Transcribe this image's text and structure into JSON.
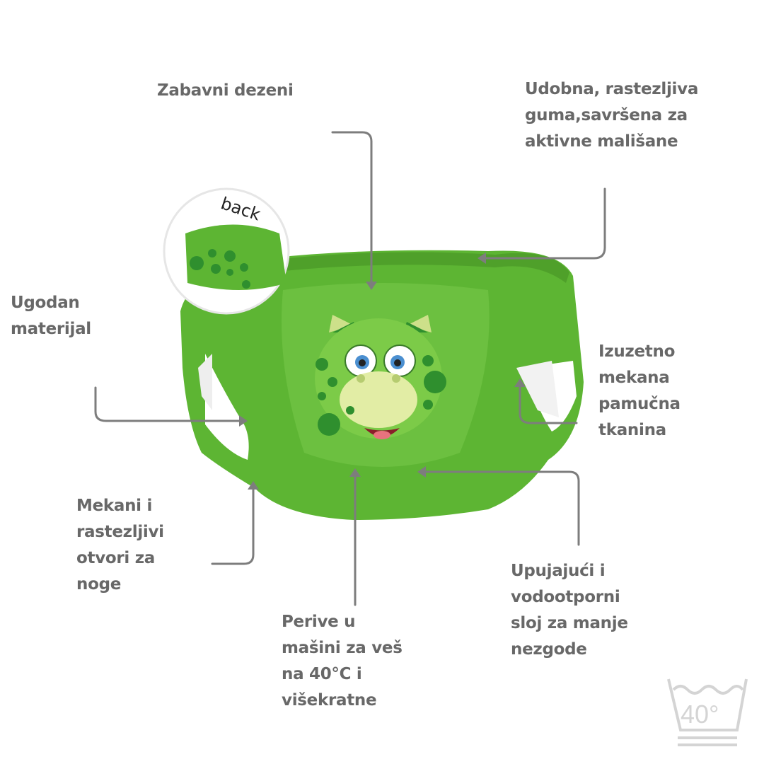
{
  "labels": {
    "fun_patterns": "Zabavni dezeni",
    "elastic_band": "Udobna, rastezljiva\nguma,savršena za\naktivne mališane",
    "comfortable_material": "Ugodan\nmaterijal",
    "soft_cotton": "Izuzetno\nmekana\npamučna\ntkanina",
    "leg_openings": "Mekani i\nrastezljivi\notvori za\nnoge",
    "washable": "Perive u\nmašini za veš\nna 40°C i\nvišekratne",
    "absorbent_layer": "Upujajući i\nvodootporni\nsloj za manje\nnezgode"
  },
  "inset": {
    "text": "back"
  },
  "wash_icon": {
    "text": "40°"
  },
  "colors": {
    "green": "#5db533",
    "dark_green": "#2f8f2e",
    "text": "#686868",
    "line": "#7d7d7d",
    "icon": "#d4d4d4"
  }
}
